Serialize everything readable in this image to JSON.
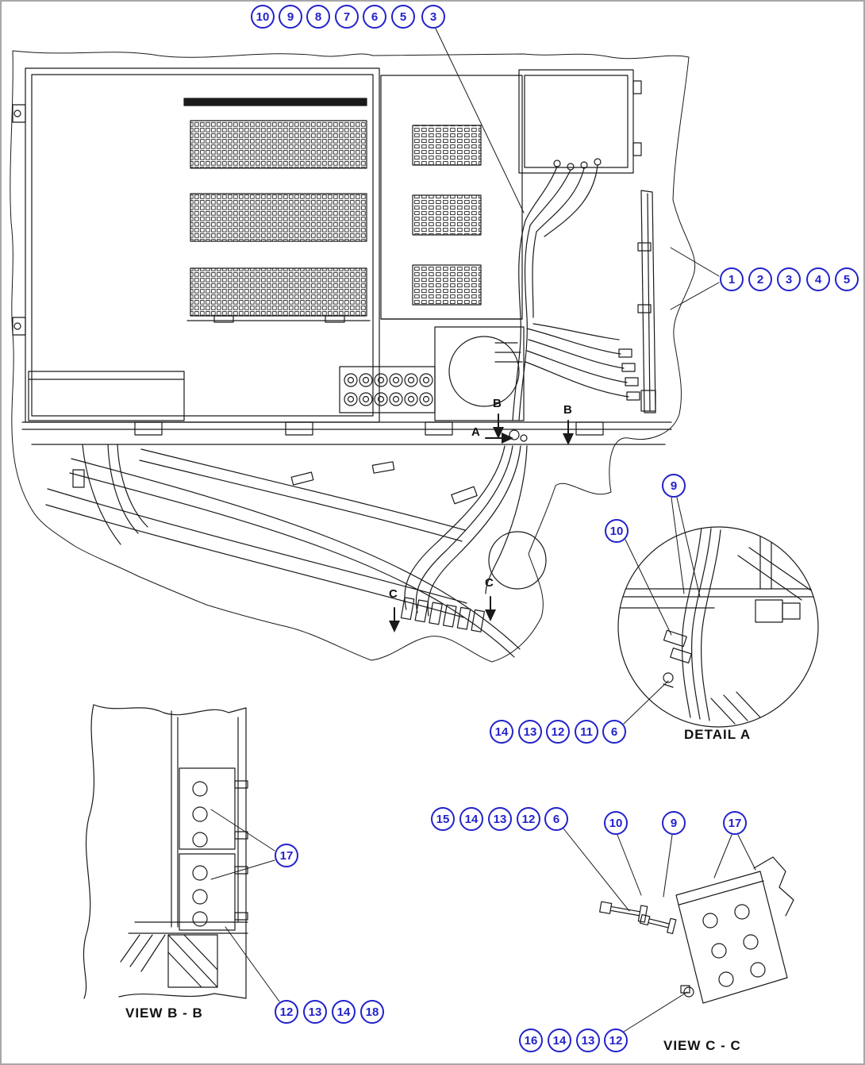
{
  "colors": {
    "callout_blue": "#2222cc",
    "line": "#1a1a1a",
    "background": "#ffffff",
    "page_border": "#a8a8a8"
  },
  "labels": {
    "detail_a": "DETAIL A",
    "view_bb": "VIEW B - B",
    "view_cc": "VIEW C - C"
  },
  "markers": {
    "a": "A",
    "b1": "B",
    "b2": "B",
    "c1": "C",
    "c2": "C"
  },
  "callouts": {
    "top": [
      "10",
      "9",
      "8",
      "7",
      "6",
      "5",
      "3"
    ],
    "right": [
      "1",
      "2",
      "3",
      "4",
      "5"
    ],
    "detail_a": {
      "c10": "10",
      "c9": "9",
      "row": [
        "14",
        "13",
        "12",
        "11",
        "6"
      ]
    },
    "view_bb": {
      "c17": "17",
      "row": [
        "12",
        "13",
        "14",
        "18"
      ]
    },
    "view_cc": {
      "row_left": [
        "15",
        "14",
        "13",
        "12",
        "6"
      ],
      "c10": "10",
      "c9": "9",
      "c17": "17",
      "row_bottom": [
        "16",
        "14",
        "13",
        "12"
      ]
    }
  }
}
